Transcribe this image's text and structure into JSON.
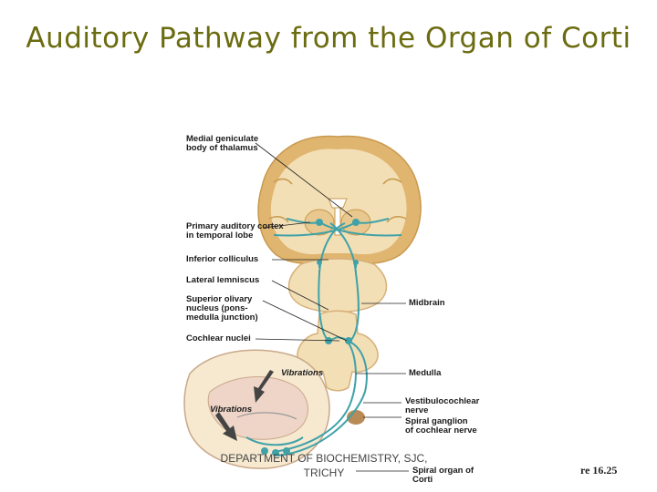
{
  "slide": {
    "title": "Auditory Pathway from the Organ of Corti",
    "footer": "DEPARTMENT OF BIOCHEMISTRY, SJC, TRICHY",
    "figure_number": "re 16.25"
  },
  "diagram": {
    "labels_left": {
      "medial_geniculate": "Medial geniculate body of thalamus",
      "primary_auditory": "Primary auditory cortex in temporal lobe",
      "inferior_colliculus": "Inferior colliculus",
      "lateral_lemniscus": "Lateral lemniscus",
      "superior_olivary": "Superior olivary nucleus (pons-medulla junction)",
      "cochlear_nuclei": "Cochlear nuclei"
    },
    "labels_right": {
      "midbrain": "Midbrain",
      "medulla": "Medulla",
      "vestibulocochlear": "Vestibulocochlear nerve",
      "spiral_ganglion": "Spiral ganglion of cochlear nerve",
      "spiral_organ": "Spiral organ of Corti"
    },
    "vibrations": [
      "Vibrations",
      "Vibrations"
    ],
    "colors": {
      "tissue": "#f3dfb5",
      "cortex": "#e0b570",
      "pathway": "#3fa2a8",
      "title": "#6b6b10"
    }
  }
}
